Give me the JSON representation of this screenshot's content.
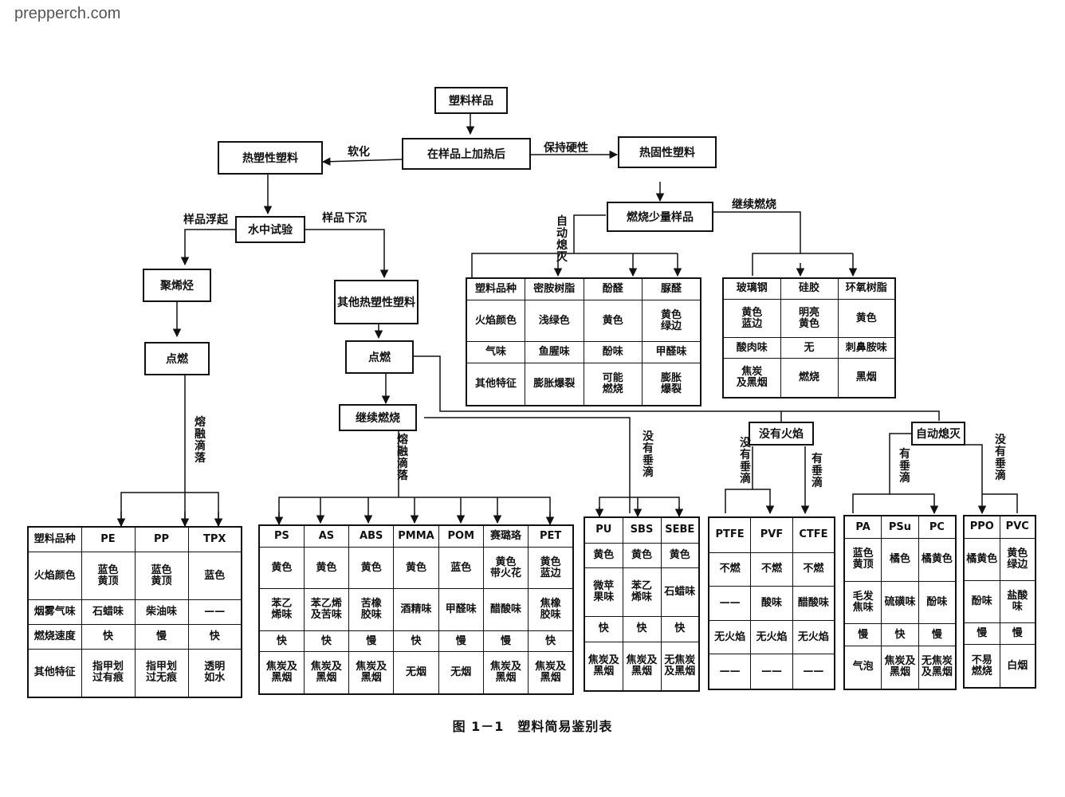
{
  "watermark": "prepperch.com",
  "caption": "图 1－1　塑料简易鉴别表",
  "nodes": {
    "sample": "塑料样品",
    "heat": "在样品上加热后",
    "thermoplastic": "热塑性塑料",
    "thermoset": "热固性塑料",
    "water_test": "水中试验",
    "burn_small": "燃烧少量样品",
    "polyolefin": "聚烯烃",
    "other_tp": "其他热塑性塑料",
    "ignite1": "点燃",
    "ignite2": "点燃",
    "keep_burn": "继续燃烧",
    "no_flame": "没有火焰",
    "self_ext": "自动熄灭"
  },
  "edge_labels": {
    "soften": "软化",
    "keep_hard": "保持硬性",
    "float": "样品浮起",
    "sink": "样品下沉",
    "continue_burn": "继续燃烧",
    "self_ext_v": "自动熄灭",
    "melt_drip_1": "熔融滴落",
    "melt_drip_2": "熔融滴落",
    "no_drip_1": "没有垂滴",
    "no_drip_2": "没有垂滴",
    "drip_1": "有垂滴",
    "drip_2": "有垂滴",
    "no_drip_3": "没有垂滴"
  },
  "tables": {
    "thermoset_a": [
      [
        "塑料品种",
        "密胺树脂",
        "酚醛",
        "脲醛"
      ],
      [
        "火焰颜色",
        "浅绿色",
        "黄色",
        "黄色\n绿边"
      ],
      [
        "气味",
        "鱼腥味",
        "酚味",
        "甲醛味"
      ],
      [
        "其他特征",
        "膨胀爆裂",
        "可能\n燃烧",
        "膨胀\n爆裂"
      ]
    ],
    "thermoset_b": [
      [
        "玻璃钢",
        "硅胶",
        "环氧树脂"
      ],
      [
        "黄色\n蓝边",
        "明亮\n黄色",
        "黄色"
      ],
      [
        "酸肉味",
        "无",
        "刺鼻胺味"
      ],
      [
        "焦炭\n及黑烟",
        "燃烧",
        "黑烟"
      ]
    ],
    "polyolefin": [
      [
        "塑料品种",
        "PE",
        "PP",
        "TPX"
      ],
      [
        "火焰颜色",
        "蓝色\n黄顶",
        "蓝色\n黄顶",
        "蓝色"
      ],
      [
        "烟雾气味",
        "石蜡味",
        "柴油味",
        "——"
      ],
      [
        "燃烧速度",
        "快",
        "慢",
        "快"
      ],
      [
        "其他特征",
        "指甲划\n过有痕",
        "指甲划\n过无痕",
        "透明\n如水"
      ]
    ],
    "melt_drip": [
      [
        "PS",
        "AS",
        "ABS",
        "PMMA",
        "POM",
        "赛璐珞",
        "PET"
      ],
      [
        "黄色",
        "黄色",
        "黄色",
        "黄色",
        "蓝色",
        "黄色\n带火花",
        "黄色\n蓝边"
      ],
      [
        "苯乙\n烯味",
        "苯乙烯\n及苦味",
        "苦橡\n胶味",
        "酒精味",
        "甲醛味",
        "醋酸味",
        "焦橡\n胶味"
      ],
      [
        "快",
        "快",
        "慢",
        "快",
        "慢",
        "慢",
        "快"
      ],
      [
        "焦炭及\n黑烟",
        "焦炭及\n黑烟",
        "焦炭及\n黑烟",
        "无烟",
        "无烟",
        "焦炭及\n黑烟",
        "焦炭及\n黑烟"
      ]
    ],
    "no_drip": [
      [
        "PU",
        "SBS",
        "SEBE"
      ],
      [
        "黄色",
        "黄色",
        "黄色"
      ],
      [
        "微苹\n果味",
        "苯乙\n烯味",
        "石蜡味"
      ],
      [
        "快",
        "快",
        "快"
      ],
      [
        "焦炭及\n黑烟",
        "焦炭及\n黑烟",
        "无焦炭\n及黑烟"
      ]
    ],
    "no_flame": [
      [
        "PTFE",
        "PVF",
        "CTFE"
      ],
      [
        "不燃",
        "不燃",
        "不燃"
      ],
      [
        "——",
        "酸味",
        "醋酸味"
      ],
      [
        "无火焰",
        "无火焰",
        "无火焰"
      ],
      [
        "——",
        "——",
        "——"
      ]
    ],
    "self_ext_drip": [
      [
        "PA",
        "PSu",
        "PC"
      ],
      [
        "蓝色\n黄顶",
        "橘色",
        "橘黄色"
      ],
      [
        "毛发\n焦味",
        "硫磺味",
        "酚味"
      ],
      [
        "慢",
        "快",
        "慢"
      ],
      [
        "气泡",
        "焦炭及\n黑烟",
        "无焦炭\n及黑烟"
      ]
    ],
    "self_ext_nodrip": [
      [
        "PPO",
        "PVC"
      ],
      [
        "橘黄色",
        "黄色\n绿边"
      ],
      [
        "酚味",
        "盐酸\n味"
      ],
      [
        "慢",
        "慢"
      ],
      [
        "不易\n燃烧",
        "白烟"
      ]
    ]
  }
}
